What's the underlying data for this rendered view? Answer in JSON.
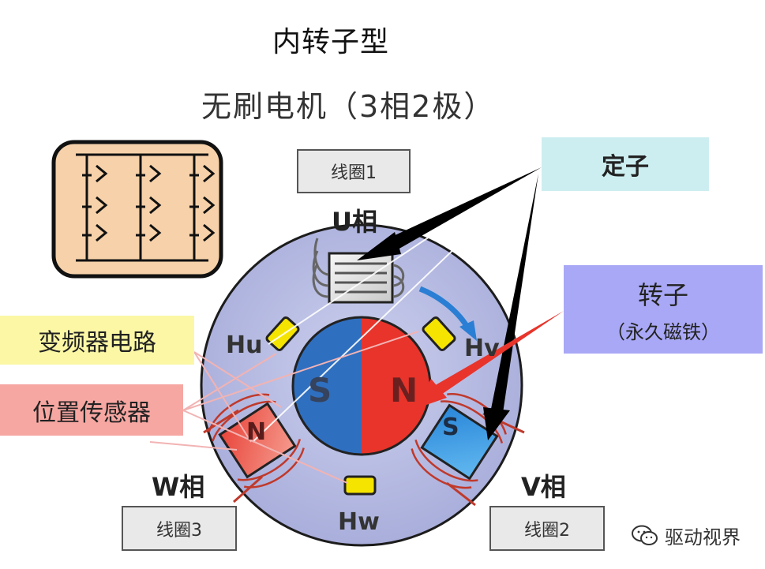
{
  "titles": {
    "main": "内转子型",
    "sub": "无刷电机（3相2极）"
  },
  "callouts": {
    "stator": "定子",
    "rotor": "转子",
    "rotor_note": "（永久磁铁）",
    "inverter": "变频器电路",
    "position_sensor": "位置传感器"
  },
  "coils": {
    "coil1": "线圈1",
    "coil2": "线圈2",
    "coil3": "线圈3"
  },
  "phases": {
    "u": "U相",
    "v": "V相",
    "w": "W相"
  },
  "halls": {
    "hu": "Hu",
    "hv": "Hv",
    "hw": "Hw"
  },
  "poles": {
    "south": "S",
    "north": "N",
    "v_pole": "S",
    "w_pole": "N"
  },
  "watermark": {
    "text": "驱动视界",
    "icon": "wechat-icon"
  },
  "colors": {
    "stator_body": "#b9bde3",
    "rotor_north": "#e8342b",
    "rotor_south": "#2f6fc0",
    "hall_sensor": "#f5e400",
    "coil_wire": "#c0392b",
    "arrow_black": "#000000",
    "arrow_red": "#e8342b",
    "rotation_arrow": "#2a7fd4"
  }
}
